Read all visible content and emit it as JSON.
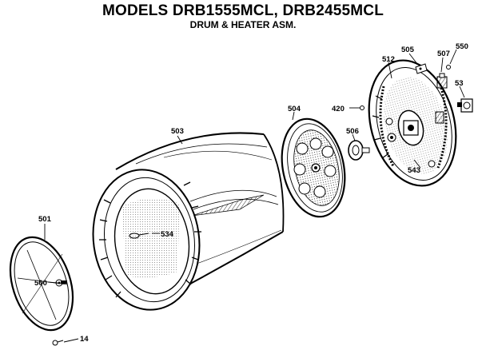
{
  "header": {
    "title": "MODELS DRB1555MCL, DRB2455MCL",
    "subtitle": "DRUM & HEATER ASM."
  },
  "callouts": {
    "c501": "501",
    "c500": "500",
    "c14": "14",
    "c503": "503",
    "c534": "534",
    "c504": "504",
    "c506": "506",
    "c420": "420",
    "c512": "512",
    "c505": "505",
    "c507": "507",
    "c550": "550",
    "c53": "53",
    "c543": "543"
  }
}
